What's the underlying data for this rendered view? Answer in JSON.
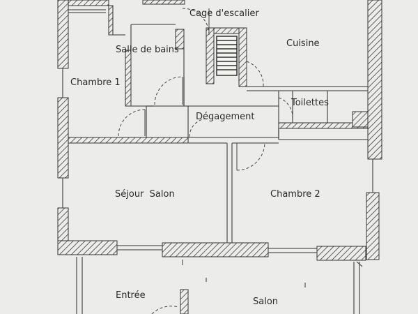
{
  "rooms": {
    "cage_escalier": "Cage d'escalier",
    "salle_de_bains": "Salle de bains",
    "cuisine": "Cuisine",
    "chambre_1": "Chambre 1",
    "toilettes": "Toilettes",
    "degagement": "Dégagement",
    "sejour_salon": "Séjour  Salon",
    "chambre_2": "Chambre 2",
    "entree": "Entrée",
    "salon": "Salon"
  },
  "colors": {
    "paper": "#ececea",
    "wall": "#3a3a3a",
    "hatch": "#4a4a4a",
    "line": "#555555"
  }
}
